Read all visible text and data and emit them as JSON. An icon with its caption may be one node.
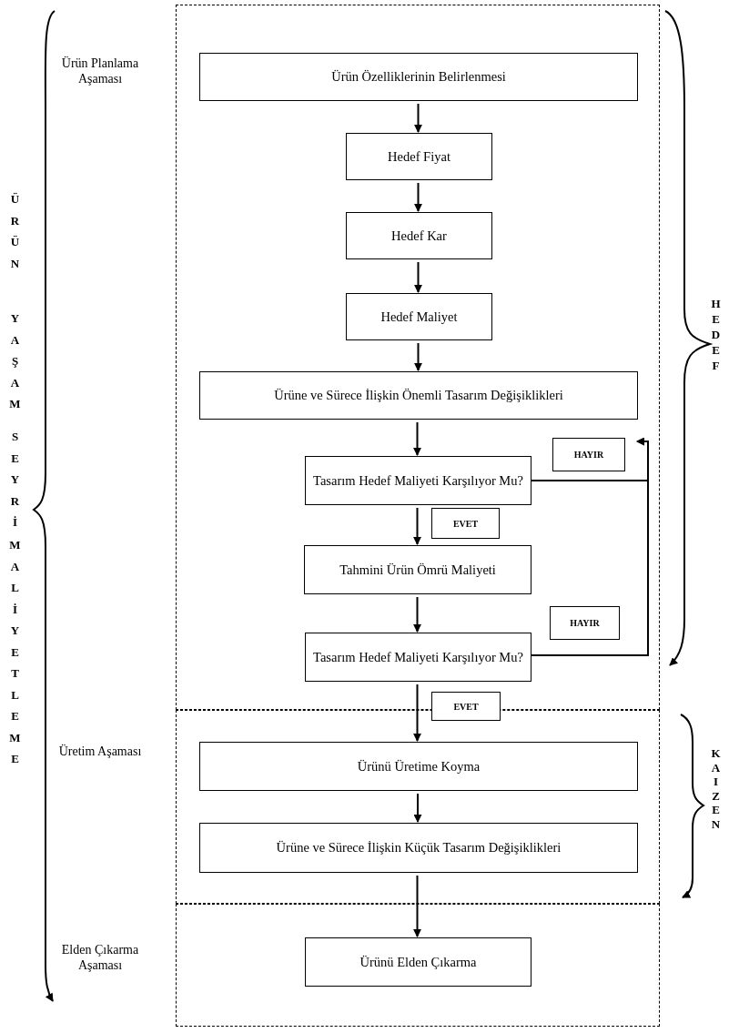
{
  "diagram": {
    "nodes": [
      {
        "text": [
          "Ürün Planlama Aşaması"
        ]
      },
      {
        "text": [
          "Ürün Özelliklerinin Belirlenmesi"
        ],
        "in": 0
      },
      {
        "text": [
          "Hedef Fiyat"
        ],
        "in": 0
      },
      {
        "text": [
          "Hedef Kar"
        ],
        "in": 0
      },
      {
        "text": [
          "Hedef Maliyet"
        ],
        "in": 0
      },
      {
        "text": [
          "Ürüne ve Sürece İlişkin Önemli Tasarım Değişiklikleri"
        ],
        "in": 0
      },
      {
        "text": [
          "Tasarım Hedef Maliyeti Karşılıyor Mu?"
        ],
        "in": 0
      },
      {
        "text": [
          "Tahmini Ürün Ömrü Maliyeti"
        ],
        "in": 0
      },
      {
        "text": [
          "Tasarım Hedef Maliyeti Karşılıyor Mu?"
        ],
        "in": 0
      },
      {
        "text": [
          "Üretim Aşaması"
        ]
      },
      {
        "text": [
          "Ürünü Üretime Koyma"
        ],
        "in": 9
      },
      {
        "text": [
          "Ürüne ve Sürece İlişkin Küçük Tasarım Değişiklikleri"
        ],
        "in": 9
      },
      {
        "text": [
          "Elden Çıkarma Aşaması"
        ]
      },
      {
        "text": [
          "Ürünü Elden Çıkarma"
        ],
        "in": 12
      }
    ],
    "edges": [
      {
        "from": 1,
        "to": 2,
        "arrow": "to"
      },
      {
        "from": 2,
        "to": 3,
        "arrow": "to"
      },
      {
        "from": 3,
        "to": 4,
        "arrow": "to"
      },
      {
        "from": 4,
        "to": 5,
        "arrow": "to"
      },
      {
        "from": 5,
        "to": 6,
        "arrow": "to"
      },
      {
        "from": 6,
        "to": 5,
        "label": "HAYIR",
        "arrow": "to"
      },
      {
        "from": 6,
        "to": 7,
        "label": "EVET",
        "arrow": "to"
      },
      {
        "from": 7,
        "to": 8,
        "arrow": "to"
      },
      {
        "from": 8,
        "to": 5,
        "label": "HAYIR",
        "arrow": "to"
      },
      {
        "from": 8,
        "to": 10,
        "label": "EVET",
        "arrow": "to"
      },
      {
        "from": 10,
        "to": 11,
        "arrow": "to"
      },
      {
        "from": 11,
        "to": 13,
        "arrow": "to"
      }
    ],
    "labels": [
      "ÜRÜN",
      "YAŞAM",
      "SEYRİ",
      "MALİYETLEME",
      "HEDEF",
      "KAIZEN"
    ]
  }
}
